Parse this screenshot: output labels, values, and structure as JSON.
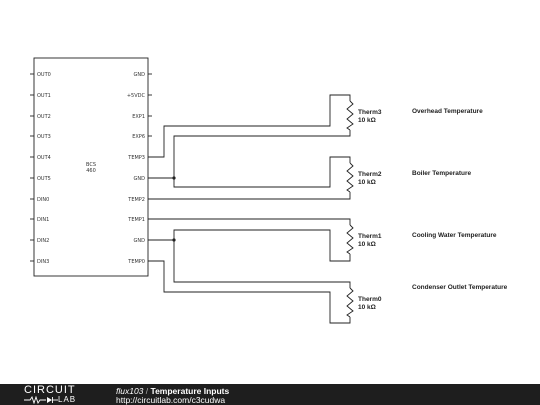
{
  "schematic": {
    "chip": {
      "name_line1": "BCS",
      "name_line2": "460",
      "left_pins": [
        "OUT0",
        "OUT1",
        "OUT2",
        "OUT3",
        "OUT4",
        "OUT5",
        "DIN0",
        "DIN1",
        "DIN2",
        "DIN3"
      ],
      "right_pins": [
        "GND",
        "+5VDC",
        "EXP1",
        "EXP6",
        "TEMP3",
        "GND",
        "TEMP2",
        "TEMP1",
        "GND",
        "TEMP0"
      ]
    },
    "thermistors": [
      {
        "ref": "Therm3",
        "value": "10 kΩ",
        "signal": "Overhead Temperature"
      },
      {
        "ref": "Therm2",
        "value": "10 kΩ",
        "signal": "Boiler Temperature"
      },
      {
        "ref": "Therm1",
        "value": "10 kΩ",
        "signal": "Cooling Water Temperature"
      },
      {
        "ref": "Therm0",
        "value": "10 kΩ",
        "signal": "Condenser Outlet Temperature"
      }
    ]
  },
  "footer": {
    "logo_top": "CIRCUIT",
    "logo_bottom": "LAB",
    "author": "flux103",
    "separator": " / ",
    "title": "Temperature Inputs",
    "url": "http://circuitlab.com/c3cudwa"
  }
}
